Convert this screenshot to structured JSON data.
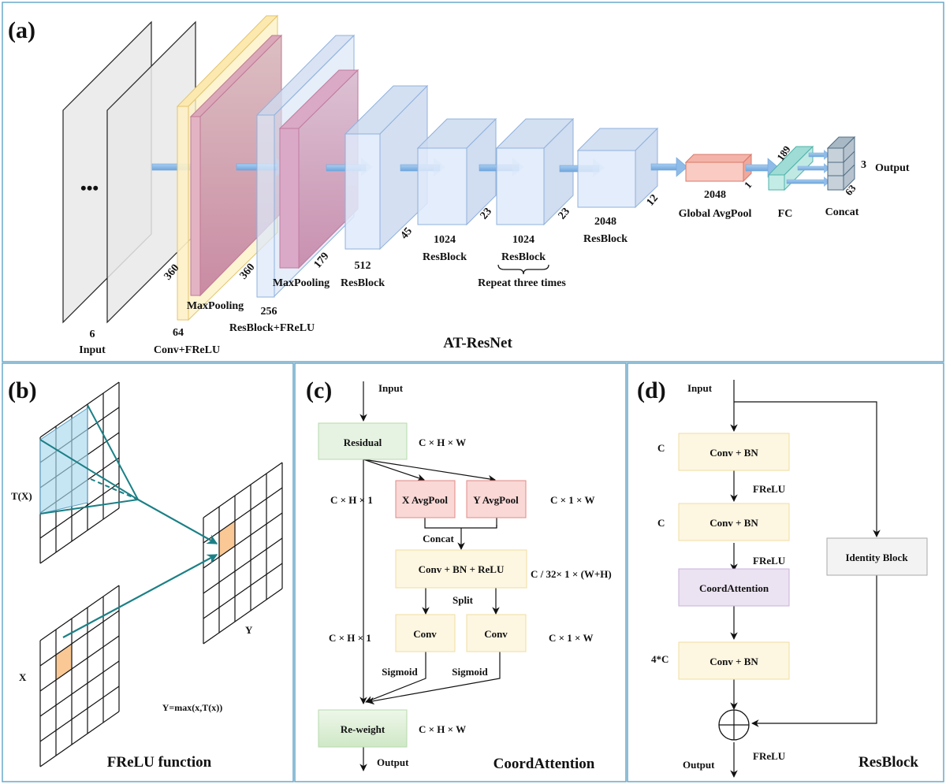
{
  "panel_a": {
    "tag": "(a)",
    "title": "AT-ResNet",
    "input": {
      "channels": "6",
      "name": "Input",
      "ellipsis": "•••",
      "size": "360"
    },
    "conv": {
      "channels": "64",
      "name": "Conv+FReLU",
      "pool": "MaxPooling",
      "size": "360"
    },
    "stage1": {
      "channels": "256",
      "name": "ResBlock+FReLU",
      "pool": "MaxPooling",
      "size": "179"
    },
    "stage2": {
      "channels": "512",
      "name": "ResBlock",
      "size": "45"
    },
    "stage3": {
      "channels": "1024",
      "name": "ResBlock",
      "size": "23"
    },
    "stage4": {
      "channels": "1024",
      "name": "ResBlock",
      "size": "23",
      "note": "Repeat three times"
    },
    "stage5": {
      "channels": "2048",
      "name": "ResBlock",
      "size": "12"
    },
    "gap": {
      "channels": "2048",
      "name": "Global AvgPool",
      "size": "1"
    },
    "fc": {
      "size": "189",
      "name": "FC"
    },
    "concat": {
      "size_a": "3",
      "size_b": "63",
      "name": "Concat",
      "output": "Output"
    }
  },
  "panel_b": {
    "tag": "(b)",
    "title": "FReLU function",
    "tx_label": "T(X)",
    "x_label": "X",
    "y_label": "Y",
    "formula": "Y=max(x,T(x))"
  },
  "panel_c": {
    "tag": "(c)",
    "title": "CoordAttention",
    "input": "Input",
    "output": "Output",
    "residual": "Residual",
    "x_avgpool": "X AvgPool",
    "y_avgpool": "Y AvgPool",
    "concat": "Concat",
    "conv_bn_relu": "Conv + BN + ReLU",
    "split": "Split",
    "conv_left": "Conv",
    "conv_right": "Conv",
    "sigmoid_left": "Sigmoid",
    "sigmoid_right": "Sigmoid",
    "reweight": "Re-weight",
    "dim_chw_top": "C × H × W",
    "dim_ch1_a": "C × H × 1",
    "dim_c1w_a": "C × 1 × W",
    "dim_mid": "C / 32× 1 × (W+H)",
    "dim_ch1_b": "C × H × 1",
    "dim_c1w_b": "C × 1 × W",
    "dim_chw_bottom": "C × H × W"
  },
  "panel_d": {
    "tag": "(d)",
    "title": "ResBlock",
    "input": "Input",
    "output": "Output",
    "conv1": "Conv + BN",
    "conv2": "Conv + BN",
    "coord": "CoordAttention",
    "conv3": "Conv + BN",
    "identity": "Identity Block",
    "c1": "C",
    "c2": "C",
    "c3": "4*C",
    "frelu1": "FReLU",
    "frelu2": "FReLU",
    "frelu3": "FReLU"
  },
  "colors": {
    "panel_border": "#6aa9c9",
    "block_blue": "#dce8f7",
    "block_pink": "#d49aae",
    "block_yellow": "#fdf0c2",
    "box_green": "#e6f2e2",
    "box_red": "#f9d8d6",
    "box_yellow": "#fdf6e1",
    "box_purple": "#ece3f2",
    "box_gray": "#f3f3f3",
    "teal": "#1b8086",
    "orange": "#f9c895"
  }
}
